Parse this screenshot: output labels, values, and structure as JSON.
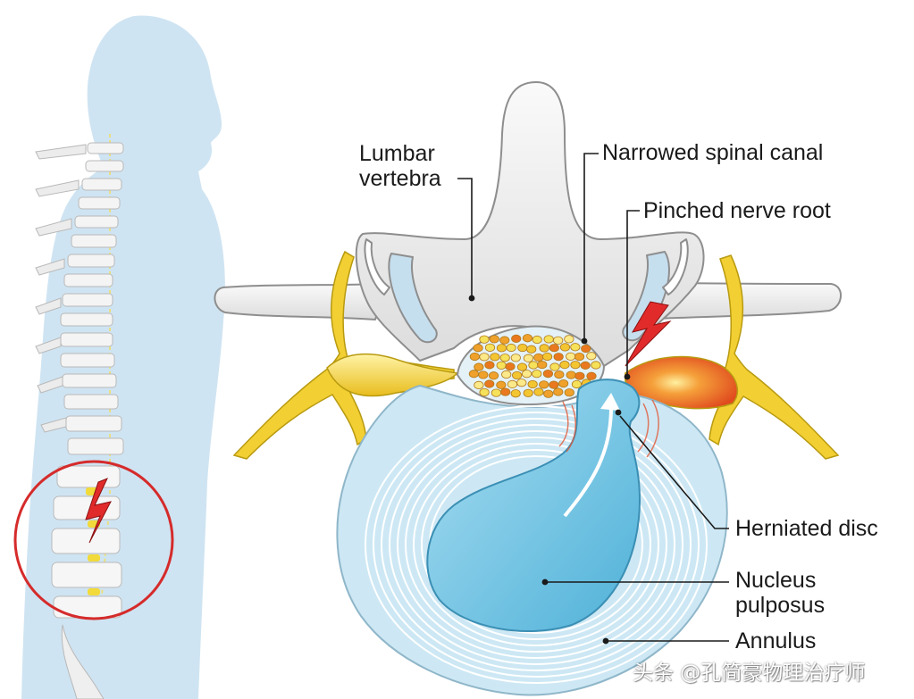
{
  "labels": {
    "lumbar_vertebra": "Lumbar\nvertebra",
    "narrowed_spinal_canal": "Narrowed spinal canal",
    "pinched_nerve_root": "Pinched nerve root",
    "herniated_disc": "Herniated disc",
    "nucleus_pulposus": "Nucleus\npulposus",
    "annulus": "Annulus"
  },
  "watermark": "头条 @孔简豪物理治疗师",
  "colors": {
    "body_silhouette": "#cfe4f2",
    "vertebra_bone": "#eeeeee",
    "disc_annulus": "#cde8f4",
    "nucleus": "#6cc3e2",
    "nerve": "#f2cf33",
    "inflamed_nerve": "#ec5a24",
    "pain_bolt": "#e12b2b",
    "highlight_circle": "#d52b2b"
  },
  "icons": {
    "pain": "lightning-bolt-icon"
  }
}
